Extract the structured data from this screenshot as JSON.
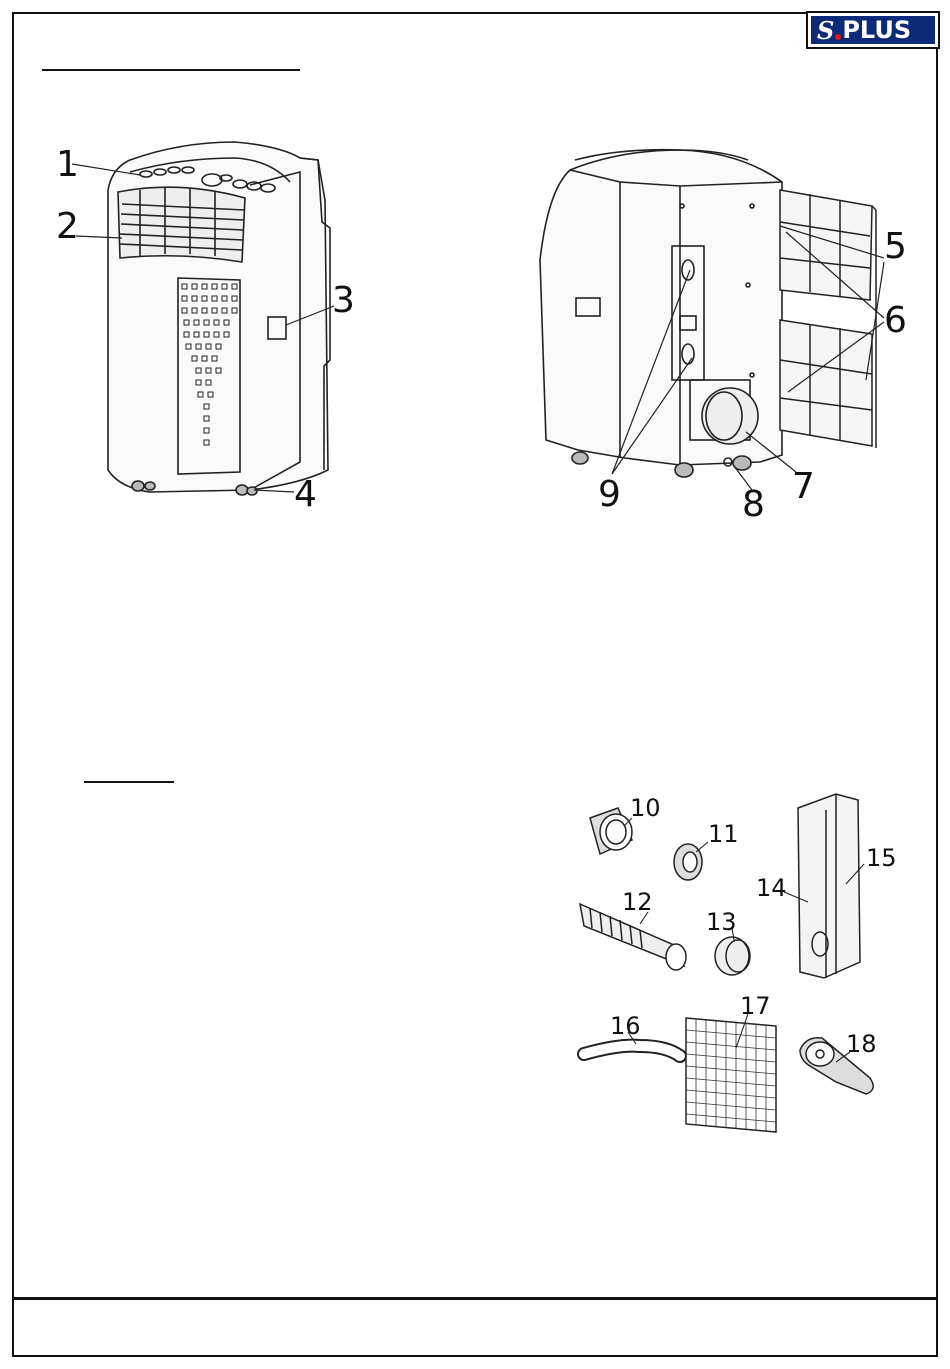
{
  "logo": {
    "text_s": "S",
    "text_plus": "PLUS"
  },
  "colors": {
    "logo_bg": "#0d2a78",
    "logo_dot": "#e01818",
    "line": "#111111"
  },
  "front_labels": [
    "1",
    "2",
    "3",
    "4"
  ],
  "back_labels": [
    "5",
    "6",
    "7",
    "8",
    "9"
  ],
  "accessory_labels": [
    "10",
    "11",
    "12",
    "13",
    "14",
    "15",
    "16",
    "17",
    "18"
  ]
}
